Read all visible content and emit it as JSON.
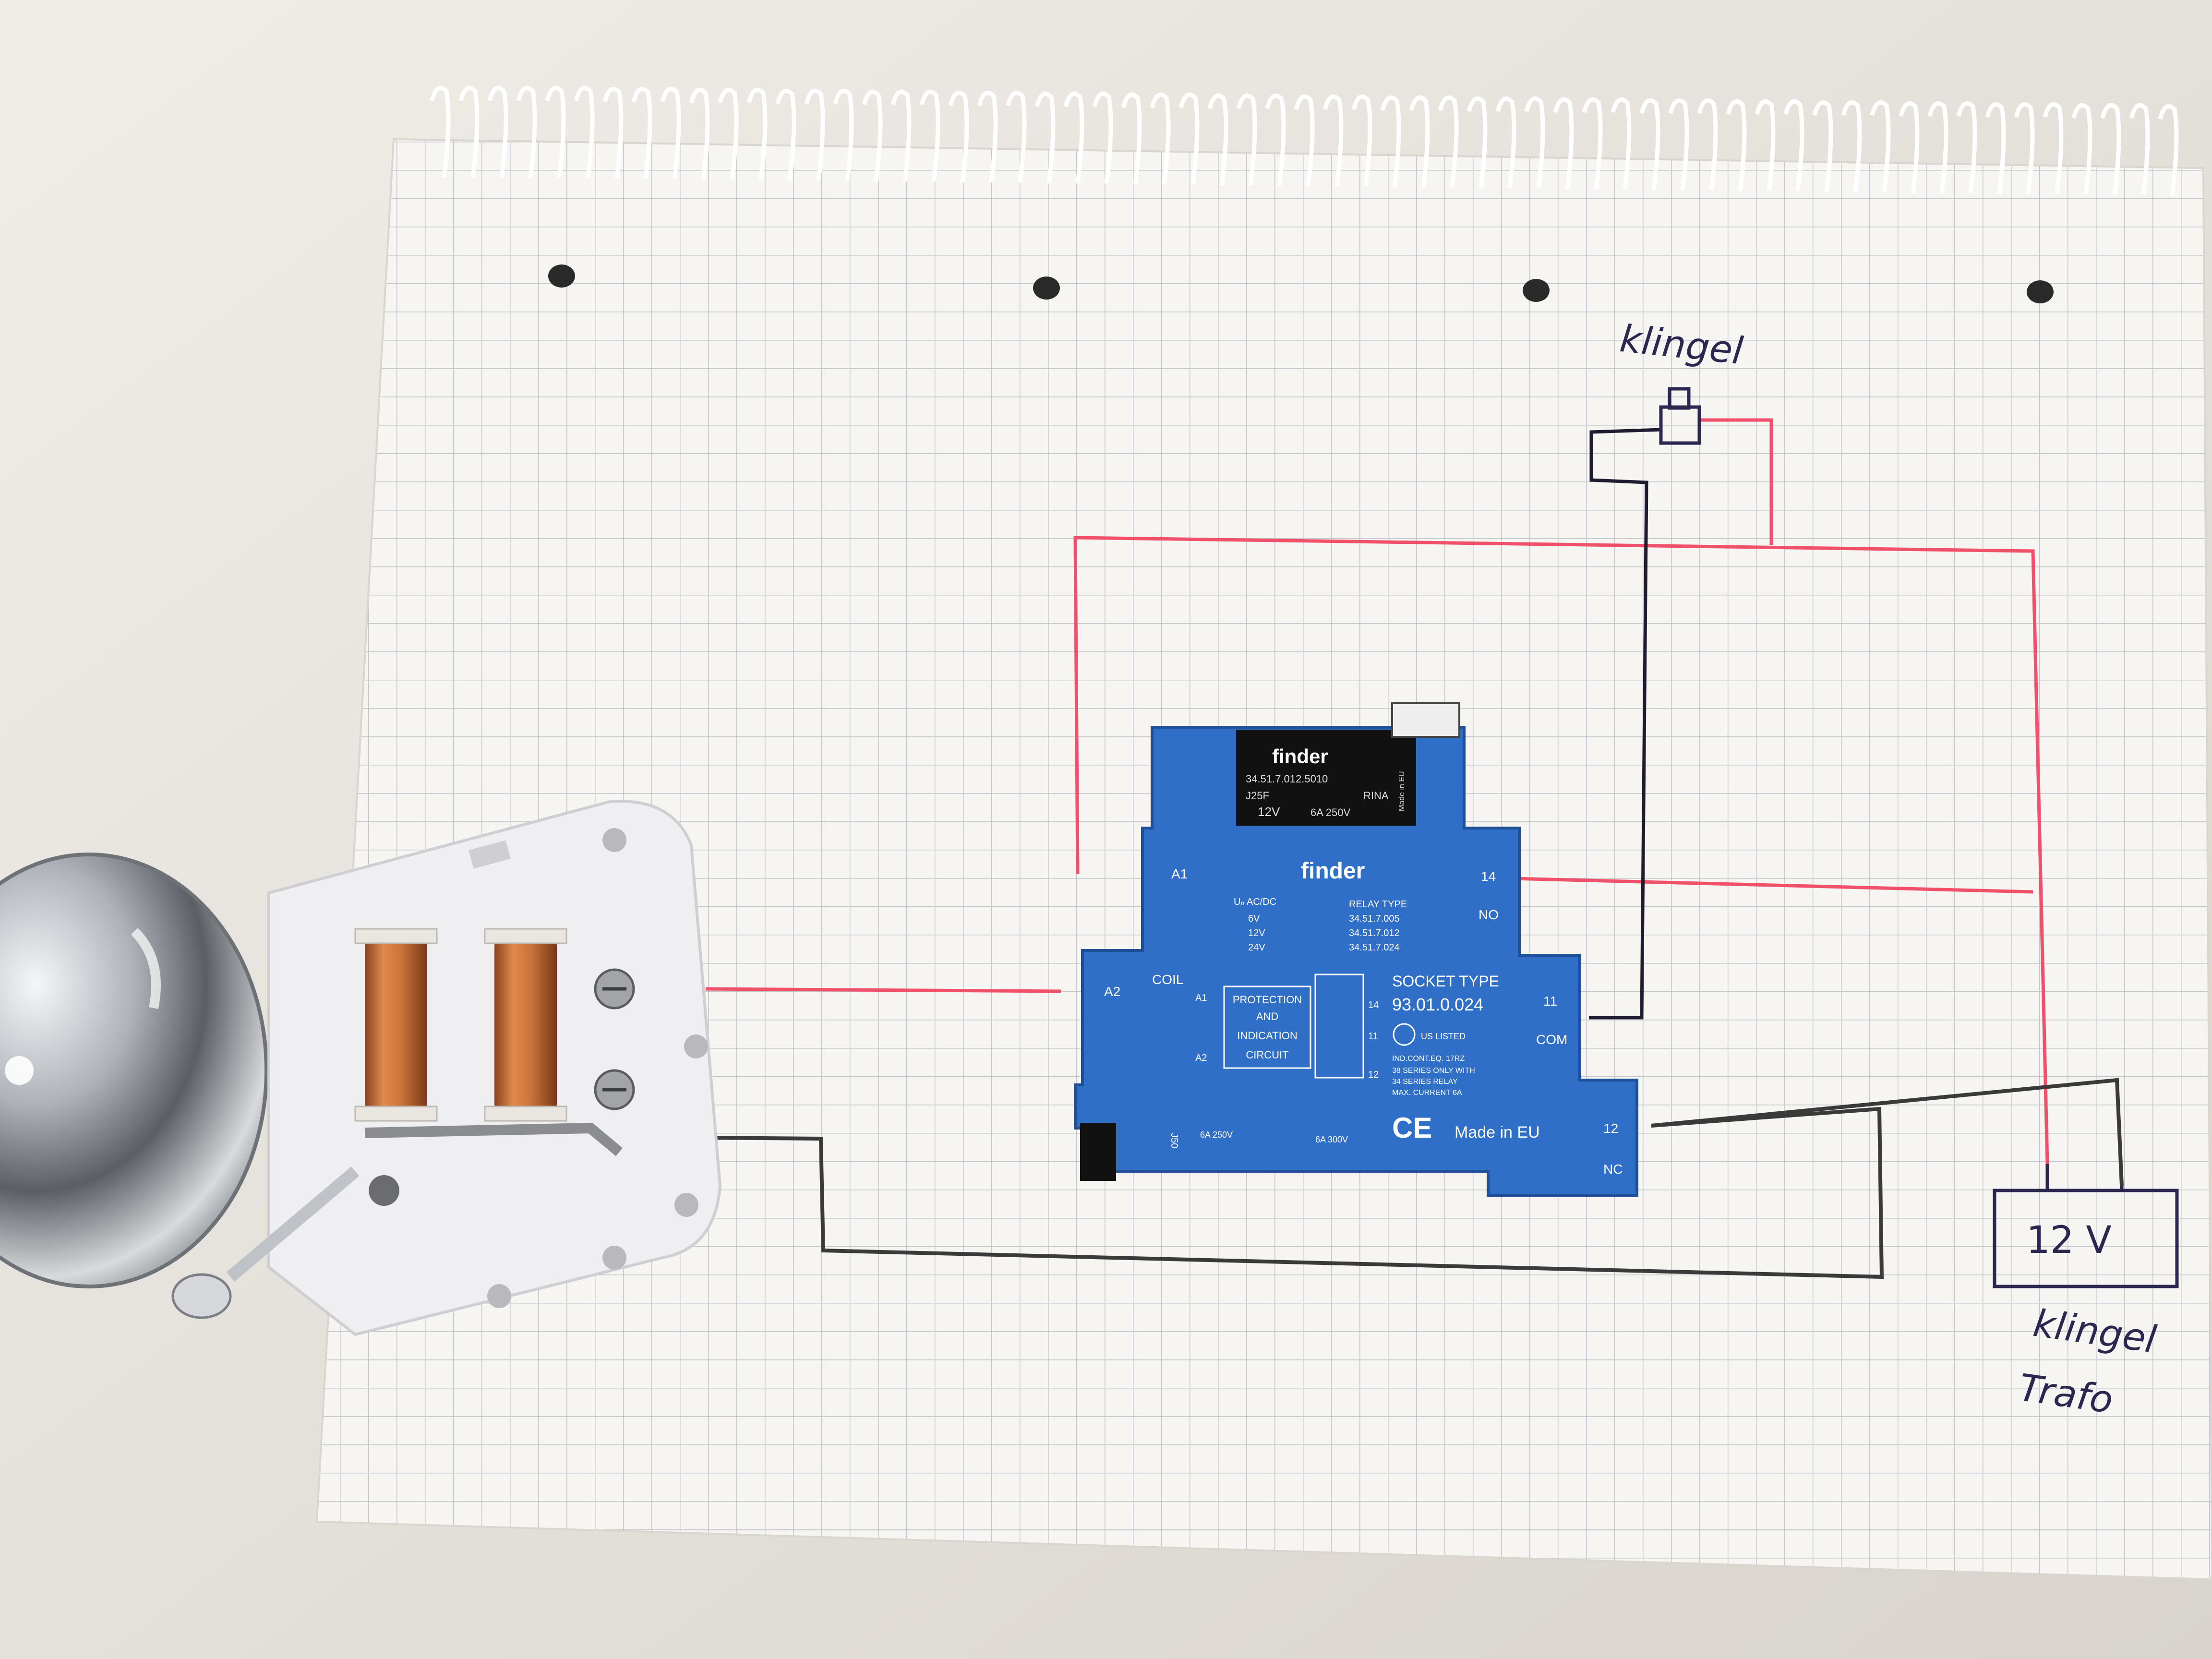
{
  "sketch": {
    "bell_label": "klingel",
    "transformer_voltage": "12 V",
    "transformer_label_line1": "klingel",
    "transformer_label_line2": "Trafo"
  },
  "relay": {
    "brand": "finder",
    "module_model": "34.51.7.012.5010",
    "module_code": "J25F",
    "module_coil": "12V",
    "module_rating": "6A 250V",
    "module_rina": "RINA",
    "module_made": "Made in EU",
    "socket_brand": "finder",
    "label_a1": "A1",
    "label_a2": "A2",
    "label_coil": "COIL",
    "label_14": "14",
    "label_no": "NO",
    "label_11": "11",
    "label_com": "COM",
    "label_12": "12",
    "label_nc": "NC",
    "ac_dc": "Uₙ AC/DC",
    "relay_type_label": "RELAY TYPE",
    "voltages": [
      "6V",
      "12V",
      "24V"
    ],
    "relay_types": [
      "34.51.7.005",
      "34.51.7.012",
      "34.51.7.024"
    ],
    "protection_line1": "PROTECTION",
    "protection_line2": "AND",
    "protection_line3": "INDICATION",
    "protection_line4": "CIRCUIT",
    "inner_a1": "A1",
    "inner_a2": "A2",
    "inner_14": "14",
    "inner_11": "11",
    "inner_12": "12",
    "socket_type_label": "SOCKET TYPE",
    "socket_type_value": "93.01.0.024",
    "ul_text": "US LISTED",
    "ind_cont": "IND.CONT.EQ. 17RZ",
    "series_1": "38 SERIES ONLY WITH",
    "series_2": "34 SERIES RELAY",
    "max_current": "MAX. CURRENT 6A",
    "rating_1": "6A 250V",
    "rating_2": "6A 300V",
    "ce": "CE",
    "made_in": "Made in EU",
    "side_label": "J50"
  },
  "colors": {
    "paper": "#f6f5f1",
    "grid": "#b9bcc4",
    "red_wire": "#f0506a",
    "black_wire": "#3a3a3a",
    "pen_blue": "#2a2850",
    "relay_blue": "#2f6fc8",
    "copper": "#c8713a",
    "chrome": "#c9ccd1"
  }
}
